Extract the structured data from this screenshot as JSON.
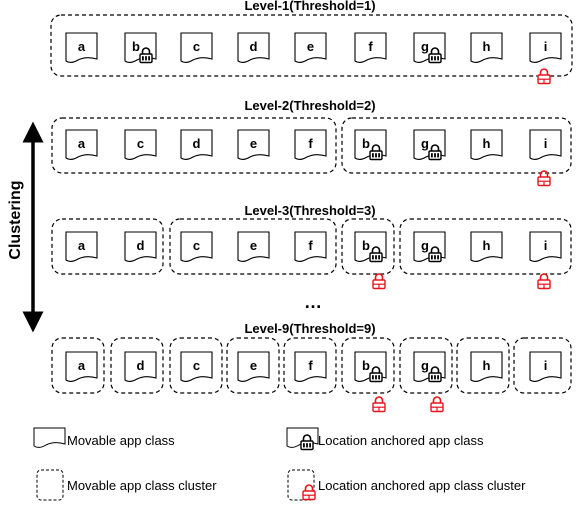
{
  "levels": [
    {
      "title": "Level-1(Threshold=1)",
      "classes": [
        "a",
        "b",
        "c",
        "d",
        "e",
        "f",
        "g",
        "h",
        "i"
      ],
      "anchored": [
        "b",
        "g"
      ]
    },
    {
      "title": "Level-2(Threshold=2)",
      "classes": [
        "a",
        "c",
        "d",
        "e",
        "f",
        "b",
        "g",
        "h",
        "i"
      ],
      "anchored": [
        "b",
        "g"
      ]
    },
    {
      "title": "Level-3(Threshold=3)",
      "classes": [
        "a",
        "d",
        "c",
        "e",
        "f",
        "b",
        "g",
        "h",
        "i"
      ],
      "anchored": [
        "b",
        "g"
      ]
    },
    {
      "title": "Level-9(Threshold=9)",
      "classes": [
        "a",
        "d",
        "c",
        "e",
        "f",
        "b",
        "g",
        "h",
        "i"
      ],
      "anchored": [
        "b",
        "g"
      ]
    }
  ],
  "ellipsis": "…",
  "side_label": "Clustering",
  "legend": {
    "movable_class": "Movable app class",
    "anchored_class": "Location anchored app class",
    "movable_cluster": "Movable app class cluster",
    "anchored_cluster": "Location anchored app class cluster"
  },
  "colors": {
    "lock_black": "#000000",
    "lock_red": "#e8141c",
    "line": "#000000"
  }
}
